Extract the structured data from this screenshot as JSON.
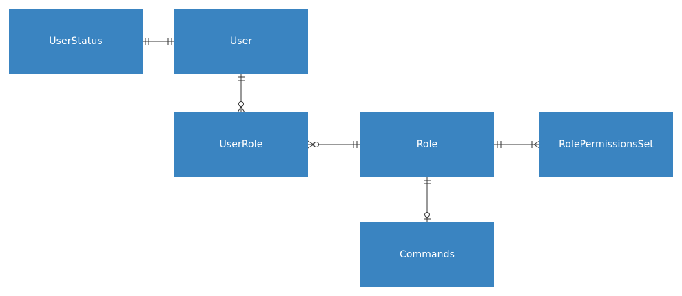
{
  "diagram": {
    "entities": {
      "user_status": "UserStatus",
      "user": "User",
      "user_role": "UserRole",
      "role": "Role",
      "role_permissions_set": "RolePermissionsSet",
      "commands": "Commands"
    },
    "relationships": [
      {
        "from": "UserStatus",
        "from_cardinality": "exactly-one",
        "to": "User",
        "to_cardinality": "exactly-one"
      },
      {
        "from": "User",
        "from_cardinality": "exactly-one",
        "to": "UserRole",
        "to_cardinality": "zero-or-many"
      },
      {
        "from": "UserRole",
        "from_cardinality": "zero-or-many",
        "to": "Role",
        "to_cardinality": "exactly-one"
      },
      {
        "from": "Role",
        "from_cardinality": "exactly-one",
        "to": "RolePermissionsSet",
        "to_cardinality": "one-or-many"
      },
      {
        "from": "Role",
        "from_cardinality": "exactly-one",
        "to": "Commands",
        "to_cardinality": "zero-or-one"
      }
    ],
    "colors": {
      "entity_fill": "#3a84c1",
      "entity_text": "#ffffff",
      "connector": "#333333",
      "background": "#ffffff"
    }
  }
}
